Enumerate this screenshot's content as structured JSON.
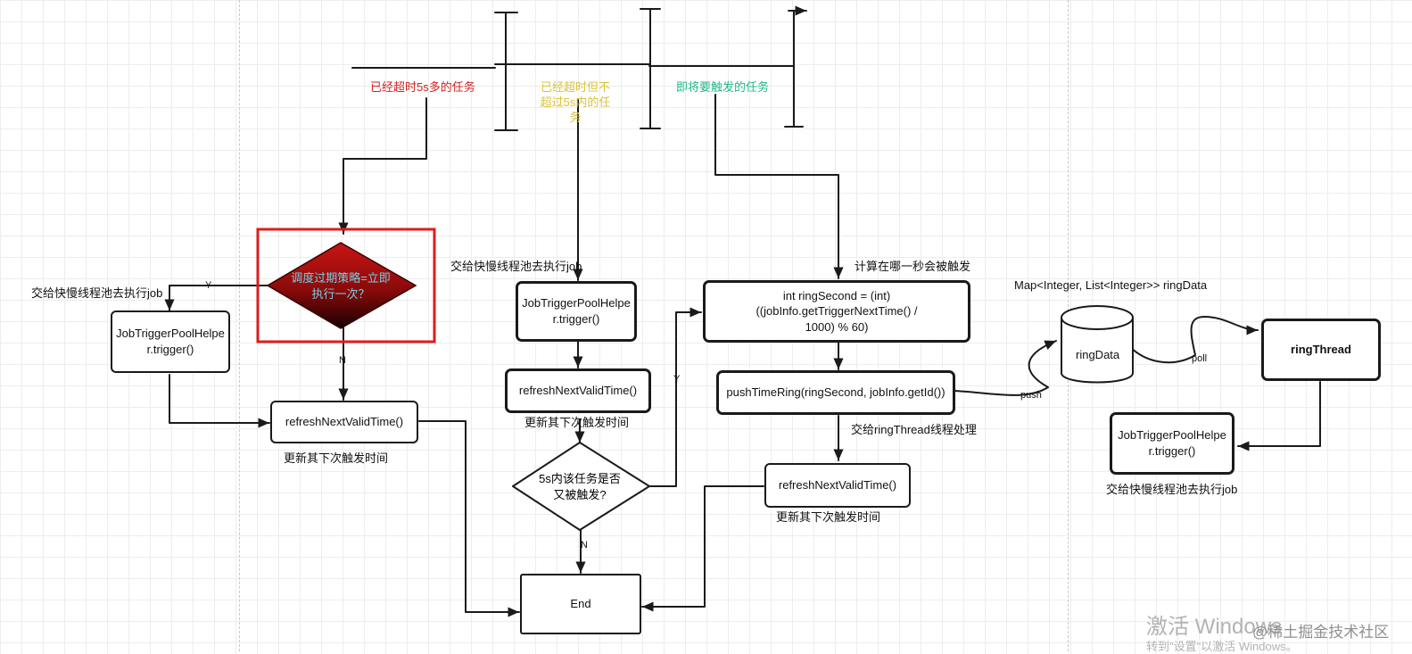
{
  "timeline": {
    "segment_over_5s": "已经超时5s多的任务",
    "segment_within_5s": "已经超时但不超过5s内的任务",
    "segment_about_to_fire": "即将要触发的任务"
  },
  "left_branch": {
    "decision": "调度过期策略=立即执行一次？",
    "yes_label": "Y",
    "no_label": "N",
    "handoff_note": "交给快慢线程池去执行job",
    "trigger_box": "JobTriggerPoolHelper.trigger()",
    "refresh_box": "refreshNextValidTime()",
    "refresh_note": "更新其下次触发时间"
  },
  "middle_branch": {
    "handoff_note": "交给快慢线程池去执行job",
    "trigger_box": "JobTriggerPoolHelper.trigger()",
    "refresh_box": "refreshNextValidTime()",
    "refresh_note": "更新其下次触发时间",
    "decision": "5s内该任务是否又被触发?",
    "yes_label": "Y",
    "no_label": "N",
    "end_box": "End"
  },
  "right_branch": {
    "compute_note": "计算在哪一秒会被触发",
    "ring_second_box": "int ringSecond = (int)((jobInfo.getTriggerNextTime() / 1000) % 60)",
    "push_box": "pushTimeRing(ringSecond, jobInfo.getId())",
    "handoff_note": "交给ringThread线程处理",
    "refresh_box": "refreshNextValidTime()",
    "refresh_note": "更新其下次触发时间"
  },
  "ring": {
    "map_label": "Map<Integer, List<Integer>> ringData",
    "storage_label": "ringData",
    "push_label": "push",
    "poll_label": "poll",
    "thread_box": "ringThread",
    "trigger_box": "JobTriggerPoolHelper.trigger()",
    "handoff_note": "交给快慢线程池去执行job"
  },
  "watermark": {
    "activate": "激活 Windows",
    "goto_settings": "转到\"设置\"以激活 Windows。",
    "credit": "@稀土掘金技术社区"
  },
  "colors": {
    "decision_fill": "#b40d0d",
    "highlight_border": "#e01b1b",
    "decision_text": "#6fd3e8",
    "red_text": "#d42020",
    "yellow_text": "#d9c33a",
    "teal_text": "#1fb98a"
  }
}
